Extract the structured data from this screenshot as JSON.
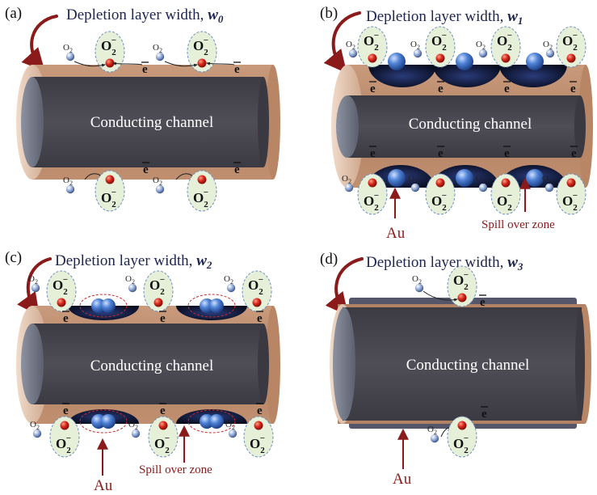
{
  "panels": [
    {
      "id": "a",
      "label": "(a)",
      "title": "Depletion layer width, ",
      "w_symbol": "w",
      "w_sub": "0",
      "channel": "Conducting channel",
      "o2": "O",
      "o2_sub": "2",
      "ion_main": "O",
      "ion_sub": "2",
      "ion_sup": "−",
      "electron": "e"
    },
    {
      "id": "b",
      "label": "(b)",
      "title": "Depletion layer width, ",
      "w_symbol": "w",
      "w_sub": "1",
      "channel": "Conducting channel",
      "o2": "O",
      "o2_sub": "2",
      "ion_main": "O",
      "ion_sub": "2",
      "ion_sup": "−",
      "electron": "e",
      "au_label": "Au",
      "spill_label": "Spill over zone"
    },
    {
      "id": "c",
      "label": "(c)",
      "title": "Depletion layer width, ",
      "w_symbol": "w",
      "w_sub": "2",
      "channel": "Conducting channel",
      "o2": "O",
      "o2_sub": "2",
      "ion_main": "O",
      "ion_sub": "2",
      "ion_sup": "−",
      "electron": "e",
      "au_label": "Au",
      "spill_label": "Spill over zone"
    },
    {
      "id": "d",
      "label": "(d)",
      "title": "Depletion layer width, ",
      "w_symbol": "w",
      "w_sub": "3",
      "channel": "Conducting channel",
      "o2": "O",
      "o2_sub": "2",
      "ion_main": "O",
      "ion_sub": "2",
      "ion_sup": "−",
      "electron": "e",
      "au_label": "Au"
    }
  ],
  "colors": {
    "shell": "#b9896b",
    "shell_light": "#e3c3ad",
    "core": "#45434c",
    "core_end": "#707480",
    "red": "#8b1a1a",
    "navy": "#1d2550",
    "ion_fill": "#e6f0d8",
    "ion_stroke": "#6f8fbf",
    "oxygen": "#cf2b1c",
    "nano": "#4a78c8",
    "depletion": "#0e1630"
  }
}
